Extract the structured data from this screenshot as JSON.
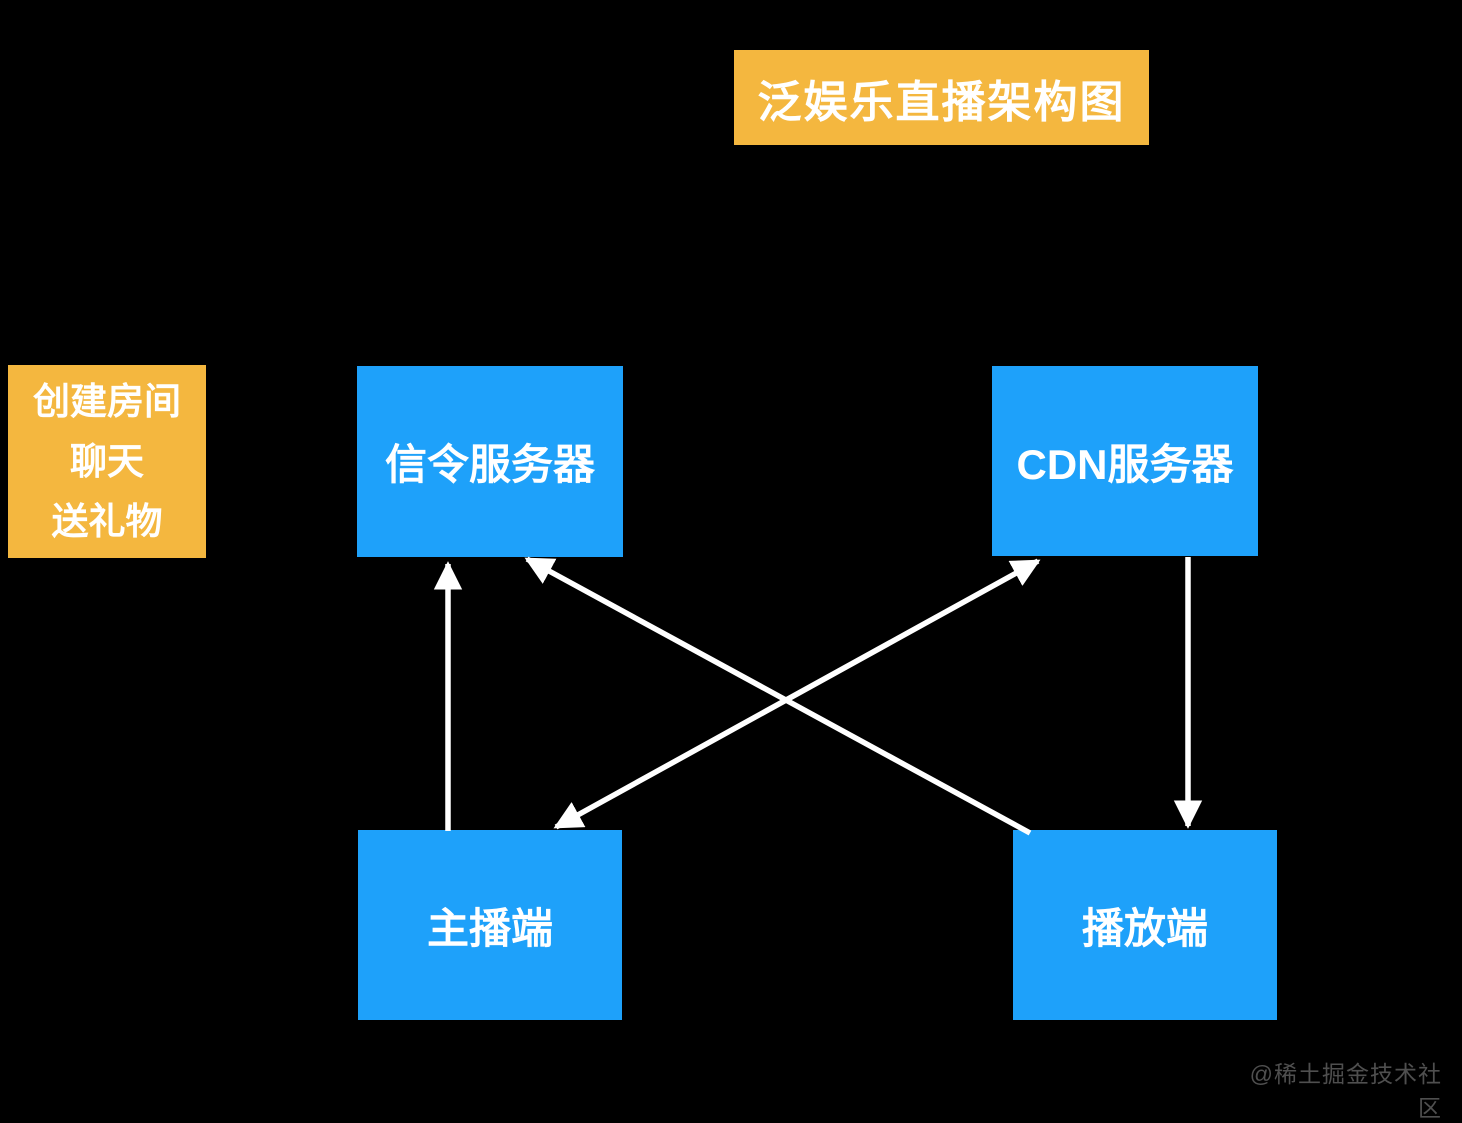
{
  "title": {
    "label": "泛娱乐直播架构图"
  },
  "note_box": {
    "lines": [
      "创建房间",
      "聊天",
      "送礼物"
    ]
  },
  "nodes": {
    "signaling": {
      "label": "信令服务器"
    },
    "cdn": {
      "label": "CDN服务器"
    },
    "broadcaster": {
      "label": "主播端"
    },
    "player": {
      "label": "播放端"
    }
  },
  "edges": [
    {
      "from": "主播端",
      "to": "信令服务器",
      "direction": "one-way"
    },
    {
      "from": "播放端",
      "to": "信令服务器",
      "direction": "one-way"
    },
    {
      "from": "主播端",
      "to": "CDN服务器",
      "direction": "two-way"
    },
    {
      "from": "CDN服务器",
      "to": "播放端",
      "direction": "one-way"
    }
  ],
  "watermark": {
    "label": "@稀土掘金技术社区"
  },
  "colors": {
    "background": "#000000",
    "node_blue": "#1EA1FA",
    "accent_yellow": "#F4B73F",
    "arrow_white": "#FFFFFF",
    "watermark_gray": "#4F4F4F"
  }
}
